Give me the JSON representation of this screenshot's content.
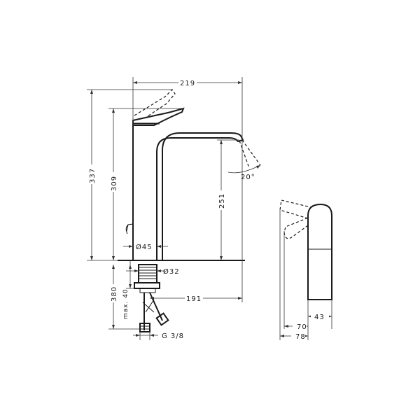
{
  "dimensions": {
    "width_219": "219",
    "height_337": "337",
    "height_309": "309",
    "height_251": "251",
    "angle_20": "20°",
    "diameter_45": "Ø45",
    "diameter_32": "Ø32",
    "depth_380": "380",
    "max_40": "max. 40",
    "reach_191": "191",
    "thread": "G 3/8",
    "side_70": "70",
    "side_43": "43",
    "side_78": "78"
  }
}
